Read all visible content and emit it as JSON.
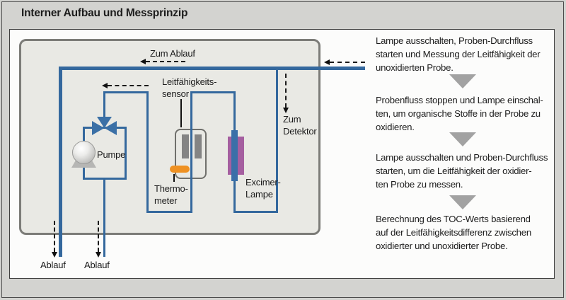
{
  "title": "Interner Aufbau und Messprinzip",
  "colors": {
    "pipe_blue": "#34689d",
    "valve_blue": "#3b70a6",
    "lamp_purple": "#a55fa0",
    "lamp_inner_blue": "#3a6fa8",
    "thermometer_orange": "#ef9122",
    "electrode_gray": "#848484",
    "enclosure_fill": "#e9e9e4",
    "enclosure_border": "#7c7c78",
    "step_triangle_gray": "#a2a2a2",
    "page_bg": "#d3d3d0",
    "panel_bg": "#fcfcfb"
  },
  "icons": {
    "flow_arrow": "dashed-left-arrow",
    "drain_arrow": "dashed-down-arrow",
    "step_arrow": "gray-down-triangle",
    "valve": "bowtie-valve",
    "pump": "sphere-pump"
  },
  "diagram": {
    "labels": {
      "zum_ablauf": "Zum Ablauf",
      "sensor": {
        "lines": [
          "Leitfähigkeits-",
          "sensor"
        ]
      },
      "zum_detektor": {
        "lines": [
          "Zum",
          "Detektor"
        ]
      },
      "pumpe": "Pumpe",
      "thermometer": {
        "lines": [
          "Thermo-",
          "meter"
        ]
      },
      "excimer": {
        "lines": [
          "Excimer-",
          "Lampe"
        ]
      },
      "ablauf_left": "Ablauf",
      "ablauf_right": "Ablauf"
    }
  },
  "flow_steps": [
    {
      "lines": [
        "Lampe ausschalten, Proben-Durchfluss",
        "starten und Messung der Leitfähigkeit der",
        "unoxidierten Probe."
      ]
    },
    {
      "lines": [
        "Probenfluss stoppen und Lampe einschal-",
        "ten, um organische Stoffe in der Probe zu",
        "oxidieren."
      ]
    },
    {
      "lines": [
        "Lampe ausschalten und Proben-Durchfluss",
        "starten, um die Leitfähigkeit der oxidier-",
        "ten Probe zu messen."
      ]
    },
    {
      "lines": [
        "Berechnung des TOC-Werts basierend",
        "auf der Leitfähigkeitsdifferenz zwischen",
        "oxidierter und unoxidierter Probe."
      ]
    }
  ]
}
